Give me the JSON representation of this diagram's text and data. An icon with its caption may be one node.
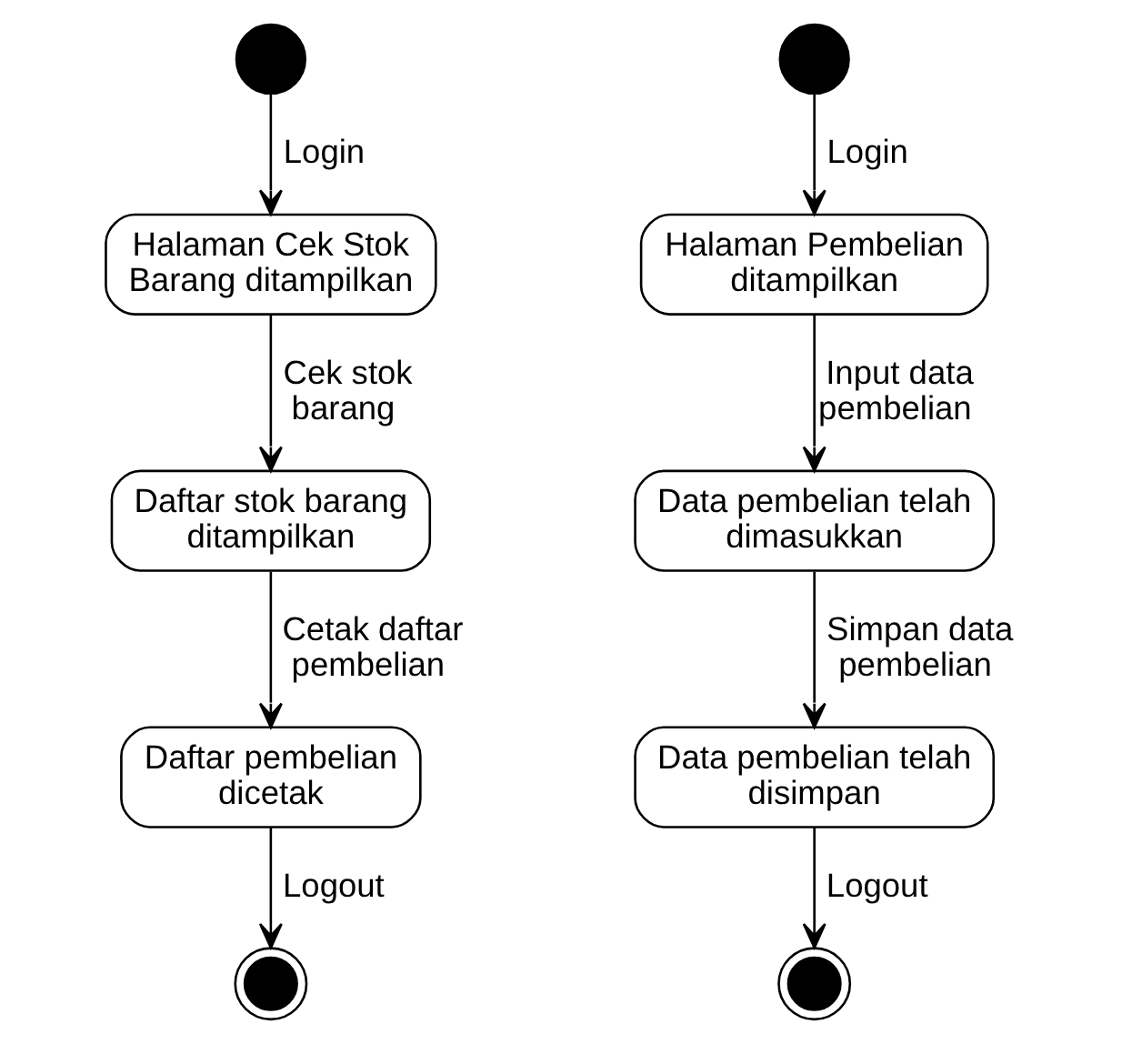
{
  "diagram": {
    "nodes": [
      {
        "text": [],
        "shape": "circle"
      },
      {
        "text": [
          "Halaman Cek Stok Barang ditampilkan"
        ]
      },
      {
        "text": [
          "Daftar stok barang ditampilkan"
        ]
      },
      {
        "text": [
          "Daftar pembelian dicetak"
        ]
      },
      {
        "text": [],
        "shape": "bullseye"
      },
      {
        "text": [],
        "shape": "circle"
      },
      {
        "text": [
          "Halaman Pembelian ditampilkan"
        ]
      },
      {
        "text": [
          "Data pembelian telah dimasukkan"
        ]
      },
      {
        "text": [
          "Data pembelian telah disimpan"
        ]
      },
      {
        "text": [],
        "shape": "bullseye"
      }
    ],
    "edges": [
      {
        "from": 0,
        "to": 1,
        "arrow": "to",
        "label": "Login"
      },
      {
        "from": 1,
        "to": 2,
        "arrow": "to",
        "label": "Cek stok barang"
      },
      {
        "from": 2,
        "to": 3,
        "arrow": "to",
        "label": "Cetak daftar pembelian"
      },
      {
        "from": 3,
        "to": 4,
        "arrow": "to",
        "label": "Logout"
      },
      {
        "from": 5,
        "to": 6,
        "arrow": "to",
        "label": "Login"
      },
      {
        "from": 6,
        "to": 7,
        "arrow": "to",
        "label": "Input data pembelian"
      },
      {
        "from": 7,
        "to": 8,
        "arrow": "to",
        "label": "Simpan data pembelian"
      },
      {
        "from": 8,
        "to": 9,
        "arrow": "to",
        "label": "Logout"
      }
    ]
  }
}
